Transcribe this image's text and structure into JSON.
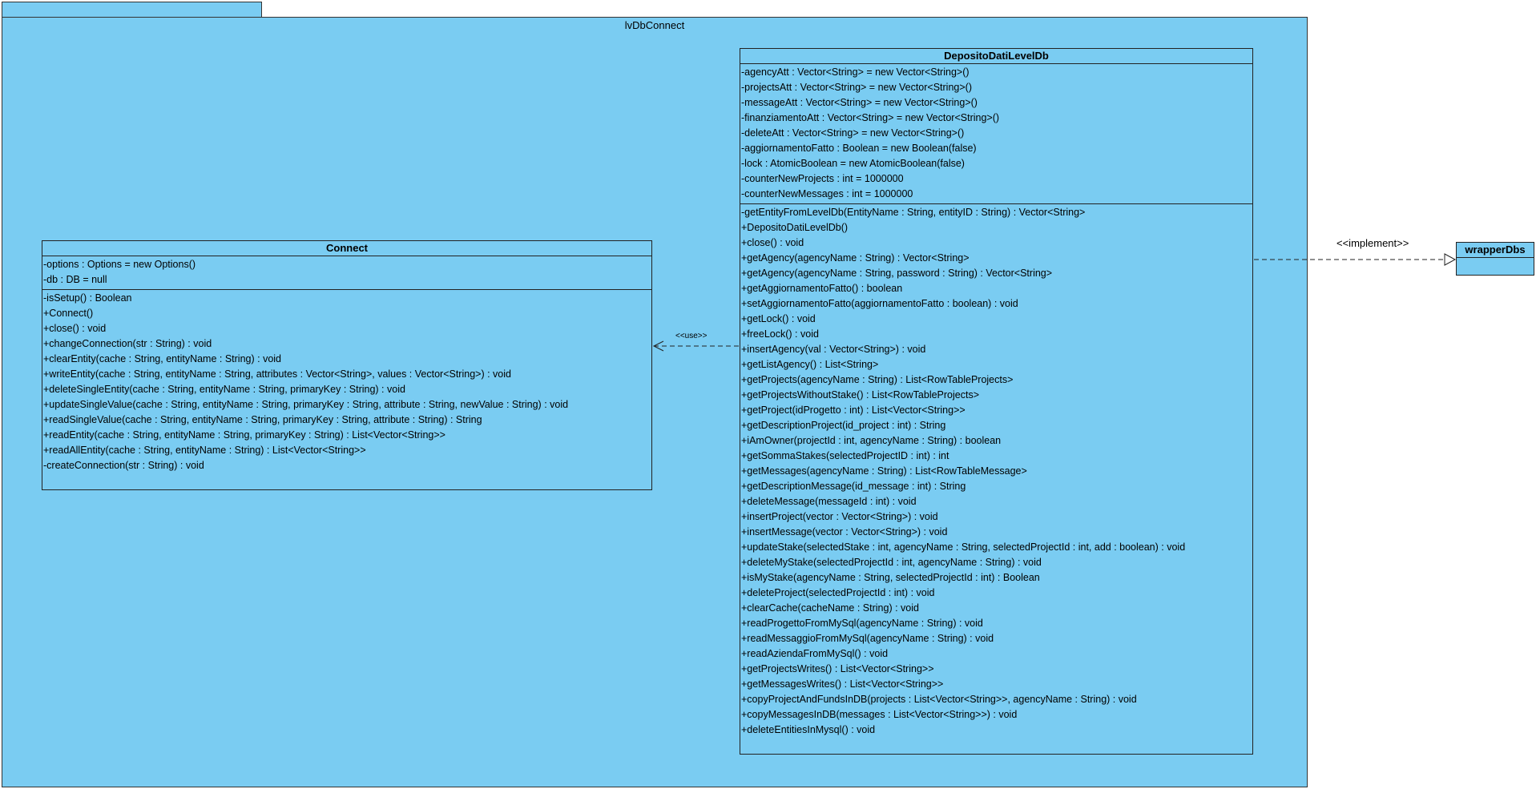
{
  "package": {
    "name": "lvDbConnect"
  },
  "classes": {
    "connect": {
      "name": "Connect",
      "attributes": [
        "-options : Options = new Options()",
        "-db : DB = null"
      ],
      "operations": [
        "-isSetup() : Boolean",
        "+Connect()",
        "+close() : void",
        "+changeConnection(str : String) : void",
        "+clearEntity(cache : String, entityName : String) : void",
        "+writeEntity(cache : String, entityName : String, attributes : Vector<String>, values : Vector<String>) : void",
        "+deleteSingleEntity(cache : String, entityName : String, primaryKey : String) : void",
        "+updateSingleValue(cache : String, entityName : String, primaryKey : String, attribute : String, newValue : String) : void",
        "+readSingleValue(cache : String, entityName : String, primaryKey : String, attribute : String) : String",
        "+readEntity(cache : String, entityName : String, primaryKey : String) : List<Vector<String>>",
        "+readAllEntity(cache : String, entityName : String) : List<Vector<String>>",
        "-createConnection(str : String) : void"
      ]
    },
    "deposito": {
      "name": "DepositoDatiLevelDb",
      "attributes": [
        "-agencyAtt : Vector<String> = new Vector<String>()",
        "-projectsAtt : Vector<String> = new Vector<String>()",
        "-messageAtt : Vector<String> = new Vector<String>()",
        "-finanziamentoAtt : Vector<String> = new Vector<String>()",
        "-deleteAtt : Vector<String> = new Vector<String>()",
        "-aggiornamentoFatto : Boolean = new Boolean(false)",
        "-lock : AtomicBoolean = new AtomicBoolean(false)",
        "-counterNewProjects : int = 1000000",
        "-counterNewMessages : int = 1000000"
      ],
      "operations": [
        "-getEntityFromLevelDb(EntityName : String, entityID : String) : Vector<String>",
        "+DepositoDatiLevelDb()",
        "+close() : void",
        "+getAgency(agencyName : String) : Vector<String>",
        "+getAgency(agencyName : String, password : String) : Vector<String>",
        "+getAggiornamentoFatto() : boolean",
        "+setAggiornamentoFatto(aggiornamentoFatto : boolean) : void",
        "+getLock() : void",
        "+freeLock() : void",
        "+insertAgency(val : Vector<String>) : void",
        "+getListAgency() : List<String>",
        "+getProjects(agencyName : String) : List<RowTableProjects>",
        "+getProjectsWithoutStake() : List<RowTableProjects>",
        "+getProject(idProgetto : int) : List<Vector<String>>",
        "+getDescriptionProject(id_project : int) : String",
        "+iAmOwner(projectId : int, agencyName : String) : boolean",
        "+getSommaStakes(selectedProjectID : int) : int",
        "+getMessages(agencyName : String) : List<RowTableMessage>",
        "+getDescriptionMessage(id_message : int) : String",
        "+deleteMessage(messageId : int) : void",
        "+insertProject(vector : Vector<String>) : void",
        "+insertMessage(vector : Vector<String>) : void",
        "+updateStake(selectedStake : int, agencyName : String, selectedProjectId : int, add : boolean) : void",
        "+deleteMyStake(selectedProjectId : int, agencyName : String) : void",
        "+isMyStake(agencyName : String, selectedProjectId : int) : Boolean",
        "+deleteProject(selectedProjectId : int) : void",
        "+clearCache(cacheName : String) : void",
        "+readProgettoFromMySql(agencyName : String) : void",
        "+readMessaggioFromMySql(agencyName : String) : void",
        "+readAziendaFromMySql() : void",
        "+getProjectsWrites() : List<Vector<String>>",
        "+getMessagesWrites() : List<Vector<String>>",
        "+copyProjectAndFundsInDB(projects : List<Vector<String>>, agencyName : String) : void",
        "+copyMessagesInDB(messages : List<Vector<String>>) : void",
        "+deleteEntitiesInMysql() : void"
      ]
    },
    "wrapper": {
      "name": "wrapperDbs"
    }
  },
  "relations": {
    "use_label": "<<use>>",
    "implement_label": "<<implement>>"
  },
  "colors": {
    "fill": "#7accf2",
    "stroke": "#222222"
  }
}
